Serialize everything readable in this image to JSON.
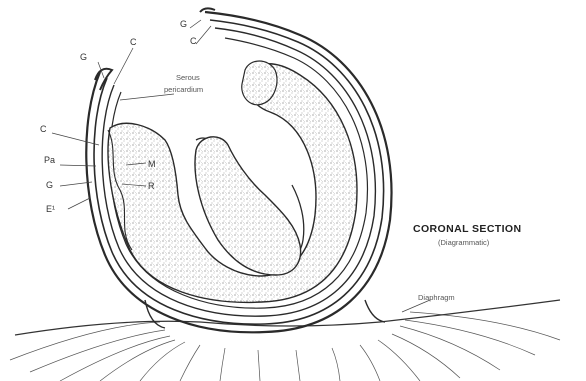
{
  "labels": {
    "g_left": "G",
    "c_top": "C",
    "g_top_right": "G",
    "c_top_right": "C",
    "serous_line1": "Serous",
    "serous_line2": "pericardium",
    "c_left": "C",
    "pa": "Pa",
    "g_left2": "G",
    "e1": "E¹",
    "m": "M",
    "r": "R",
    "diaphragm": "Diaphragm"
  },
  "caption": {
    "title": "CORONAL SECTION",
    "subtitle": "(Diagrammatic)"
  },
  "colors": {
    "ink": "#2a2a2a",
    "stipple": "#8a8a8a",
    "background": "#ffffff"
  }
}
